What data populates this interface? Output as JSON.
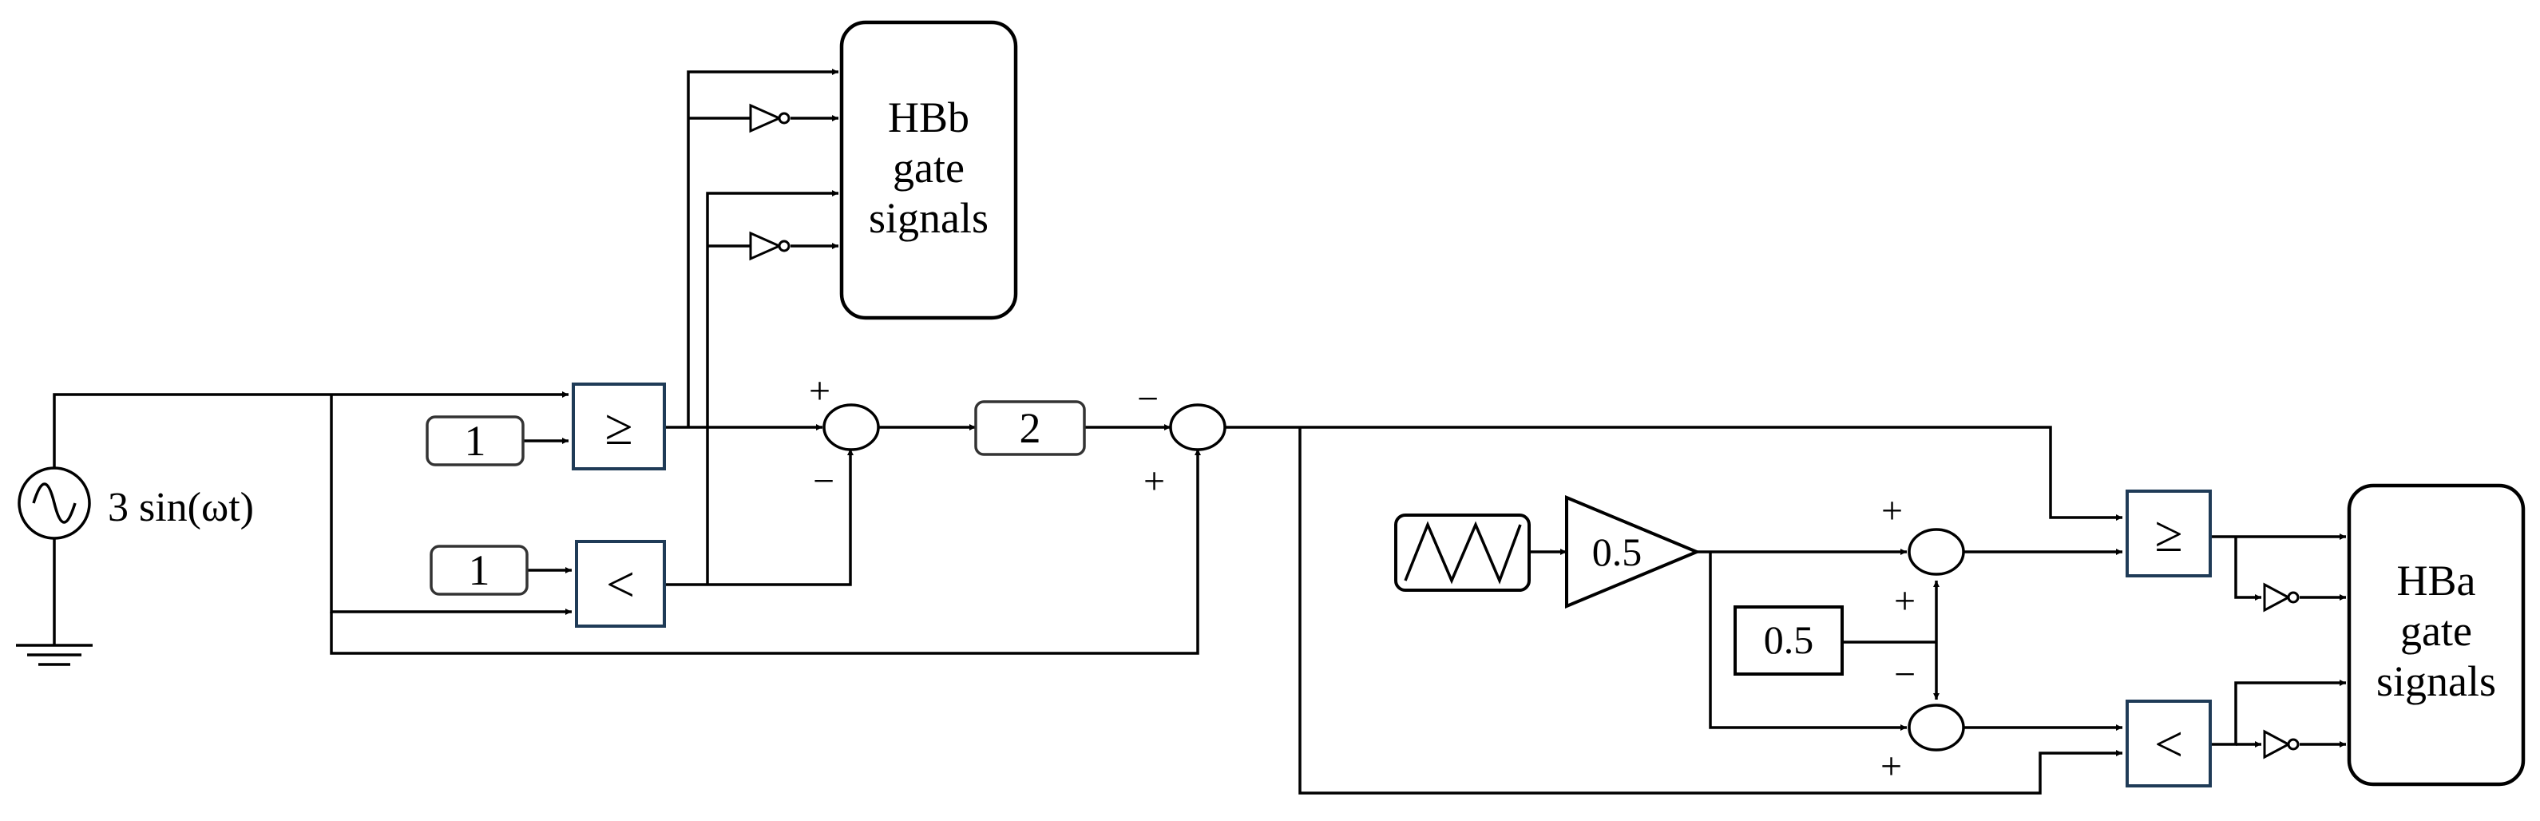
{
  "source": {
    "label": "3 sin(ωt)"
  },
  "constants": {
    "c1": "1",
    "c2": "1",
    "gain_2": "2",
    "gain_half": "0.5",
    "const_half": "0.5"
  },
  "comparators": {
    "ge_top": "≥",
    "lt_top": "<",
    "ge_bottom": "≥",
    "lt_bottom": "<"
  },
  "outputs": {
    "hbb": [
      "HBb",
      "gate",
      "signals"
    ],
    "hba": [
      "HBa",
      "gate",
      "signals"
    ]
  },
  "signs": {
    "sum1_plus": "+",
    "sum1_minus": "−",
    "sum2_minus": "−",
    "sum2_plus": "+",
    "sum3_plus_top": "+",
    "sum3_plus_right": "+",
    "sum4_minus": "−",
    "sum4_plus": "+"
  }
}
